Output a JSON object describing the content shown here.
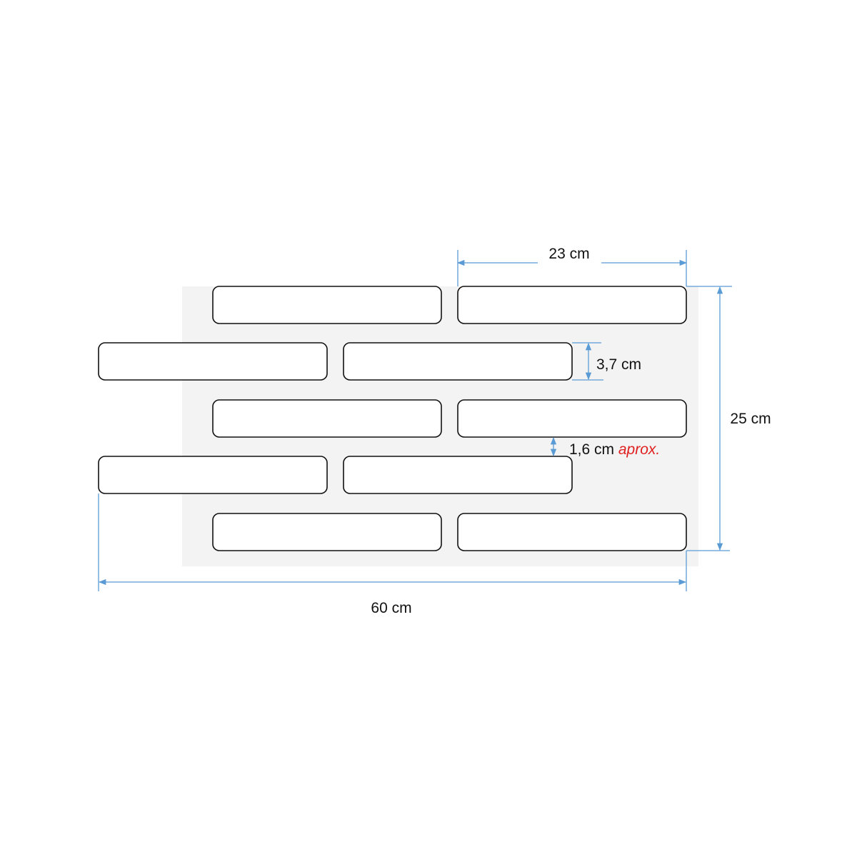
{
  "dimensions": {
    "brick_length": "23 cm",
    "brick_height": "3,7 cm",
    "joint": "1,6 cm",
    "joint_note": "aprox.",
    "panel_height": "25 cm",
    "panel_width": "60 cm"
  },
  "colors": {
    "dimension_line": "#5b9bd5",
    "note": "#e02020",
    "panel_background": "#f3f3f3"
  }
}
